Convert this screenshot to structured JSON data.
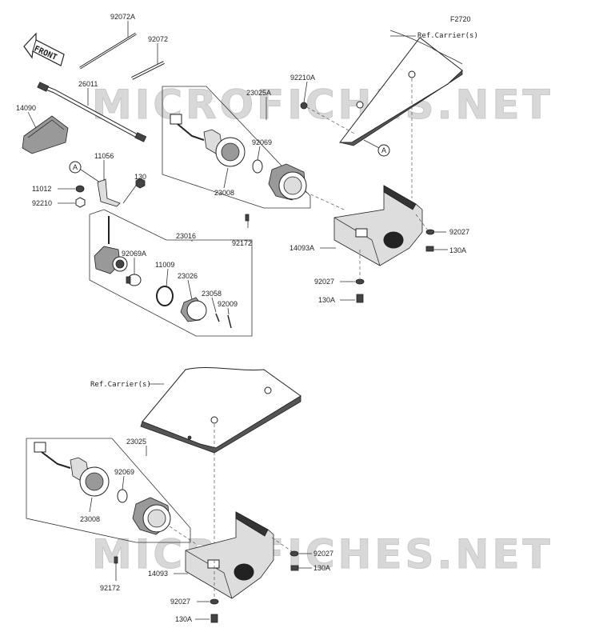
{
  "diagram": {
    "code": "F2720",
    "watermark": "MICROFICHES.NET",
    "front_label": "FRONT",
    "labels": {
      "p92072A": "92072A",
      "p92072": "92072",
      "p26011": "26011",
      "p14090": "14090",
      "p11056": "11056",
      "p11012": "11012",
      "p92210": "92210",
      "p130": "130",
      "p23025A": "23025A",
      "p92069_top": "92069",
      "p23008_top": "23008",
      "p92172_top": "92172",
      "p92210A": "92210A",
      "p14093A": "14093A",
      "p92027_top_r": "92027",
      "p130A_top_r": "130A",
      "p92027_top_b": "92027",
      "p130A_top_b": "130A",
      "p23016": "23016",
      "p92069A": "92069A",
      "p11009": "11009",
      "p23026": "23026",
      "p23058": "23058",
      "p92009": "92009",
      "ref_carrier_top": "Ref.Carrier(s)",
      "ref_carrier_bottom": "Ref.Carrier(s)",
      "p23025": "23025",
      "p92069_bot": "92069",
      "p23008_bot": "23008",
      "p92172_bot": "92172",
      "p14093": "14093",
      "p92027_bot_r": "92027",
      "p130A_bot_r": "130A",
      "p92027_bot_b": "92027",
      "p130A_bot_b": "130A",
      "ref_a1": "A",
      "ref_a2": "A"
    }
  }
}
